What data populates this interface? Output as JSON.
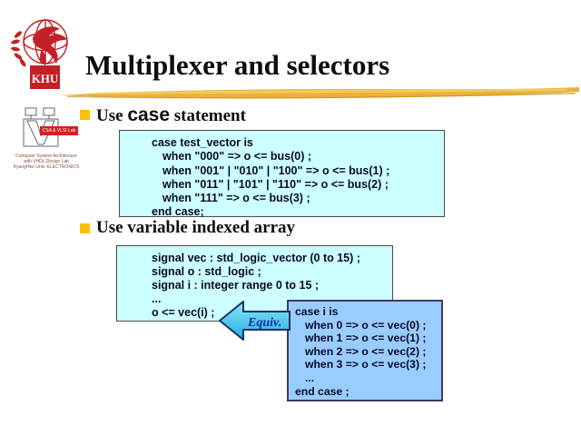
{
  "slide": {
    "title": "Multiplexer and selectors",
    "logo": {
      "text": "KHU",
      "banner": "CSA & VLSI Lab",
      "lab_lines": [
        "Computer System Architecture",
        "with VHDL Design Lab",
        "KyungHee Univ. ELECTRONICS"
      ]
    },
    "bullets": [
      {
        "prefix": "Use ",
        "keyword": "case",
        "suffix": " statement"
      },
      {
        "text": "Use variable indexed array"
      }
    ],
    "code_blocks": [
      {
        "name": "case-statement-example",
        "lines": [
          {
            "text": "case test_vector is",
            "indent": 0
          },
          {
            "text": "when \"000\" => o <= bus(0) ;",
            "indent": 1
          },
          {
            "text": "when \"001\" | \"010\" | \"100\" => o <= bus(1) ;",
            "indent": 1
          },
          {
            "text": "when \"011\" | \"101\" | \"110\" => o <= bus(2) ;",
            "indent": 1
          },
          {
            "text": "when \"111\" => o <= bus(3) ;",
            "indent": 1
          },
          {
            "text": "end case;",
            "indent": 0
          }
        ]
      },
      {
        "name": "indexed-array-example",
        "lines": [
          {
            "text": "signal vec : std_logic_vector (0 to 15) ;",
            "indent": 0
          },
          {
            "text": "signal o : std_logic ;",
            "indent": 0
          },
          {
            "text": "signal i : integer range 0 to 15 ;",
            "indent": 0
          },
          {
            "text": "...",
            "indent": 0
          },
          {
            "text": "o <= vec(i) ;",
            "indent": 0
          }
        ]
      },
      {
        "name": "case-equivalent-example",
        "lines": [
          {
            "text": "case i is",
            "indent": 0
          },
          {
            "text": "when 0 => o <= vec(0) ;",
            "indent": 1
          },
          {
            "text": "when 1 => o <= vec(1) ;",
            "indent": 1
          },
          {
            "text": "when 2 => o <= vec(2) ;",
            "indent": 1
          },
          {
            "text": "when 3 => o <= vec(3) ;",
            "indent": 1
          },
          {
            "text": "...",
            "indent": 1
          },
          {
            "text": "end case ;",
            "indent": 0
          }
        ]
      }
    ],
    "arrow_label": "Equiv.",
    "icons": {
      "bullet": "gold-square-bullet",
      "equiv_arrow": "left-block-arrow",
      "title_underline": "gold-brush-stroke"
    },
    "colors": {
      "bullet_gold": "#FFBF00",
      "underline_gold": "#E9B23B",
      "code_bg_light": "#CCFFFF",
      "code_bg_blue": "#99CCFF",
      "arrow_fill": "#2EC6E8",
      "arrow_label_blue": "#0A2EA8",
      "logo_red": "#C32026",
      "text_dark": "#0A0A28"
    }
  }
}
